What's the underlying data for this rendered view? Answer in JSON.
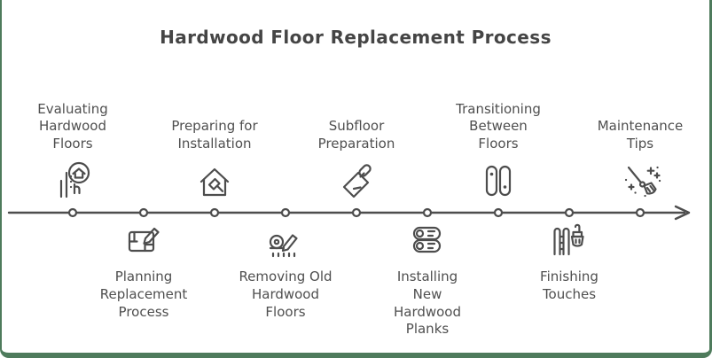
{
  "title": "Hardwood Floor Replacement Process",
  "colors": {
    "accent_border": "#4e7b5c",
    "text": "#4f4f4f",
    "line_art": "#4d4d4d",
    "background": "#ffffff"
  },
  "timeline": {
    "direction": "left-to-right-arrow",
    "node_count": 9
  },
  "steps": [
    {
      "label": "Evaluating\nHardwood\nFloors",
      "side": "above",
      "icon": "magnifier-house-inspection-icon"
    },
    {
      "label": "Planning\nReplacement\nProcess",
      "side": "below",
      "icon": "blueprint-pencil-icon"
    },
    {
      "label": "Preparing for\nInstallation",
      "side": "above",
      "icon": "house-hammer-icon"
    },
    {
      "label": "Removing Old\nHardwood\nFloors",
      "side": "below",
      "icon": "measuring-tape-pencil-icon"
    },
    {
      "label": "Subfloor\nPreparation",
      "side": "above",
      "icon": "trowel-icon"
    },
    {
      "label": "Installing\nNew\nHardwood\nPlanks",
      "side": "below",
      "icon": "wood-logs-icon"
    },
    {
      "label": "Transitioning\nBetween\nFloors",
      "side": "above",
      "icon": "transition-strips-icon"
    },
    {
      "label": "Finishing\nTouches",
      "side": "below",
      "icon": "fence-paintbrush-icon"
    },
    {
      "label": "Maintenance\nTips",
      "side": "above",
      "icon": "broom-sparkles-icon"
    }
  ]
}
